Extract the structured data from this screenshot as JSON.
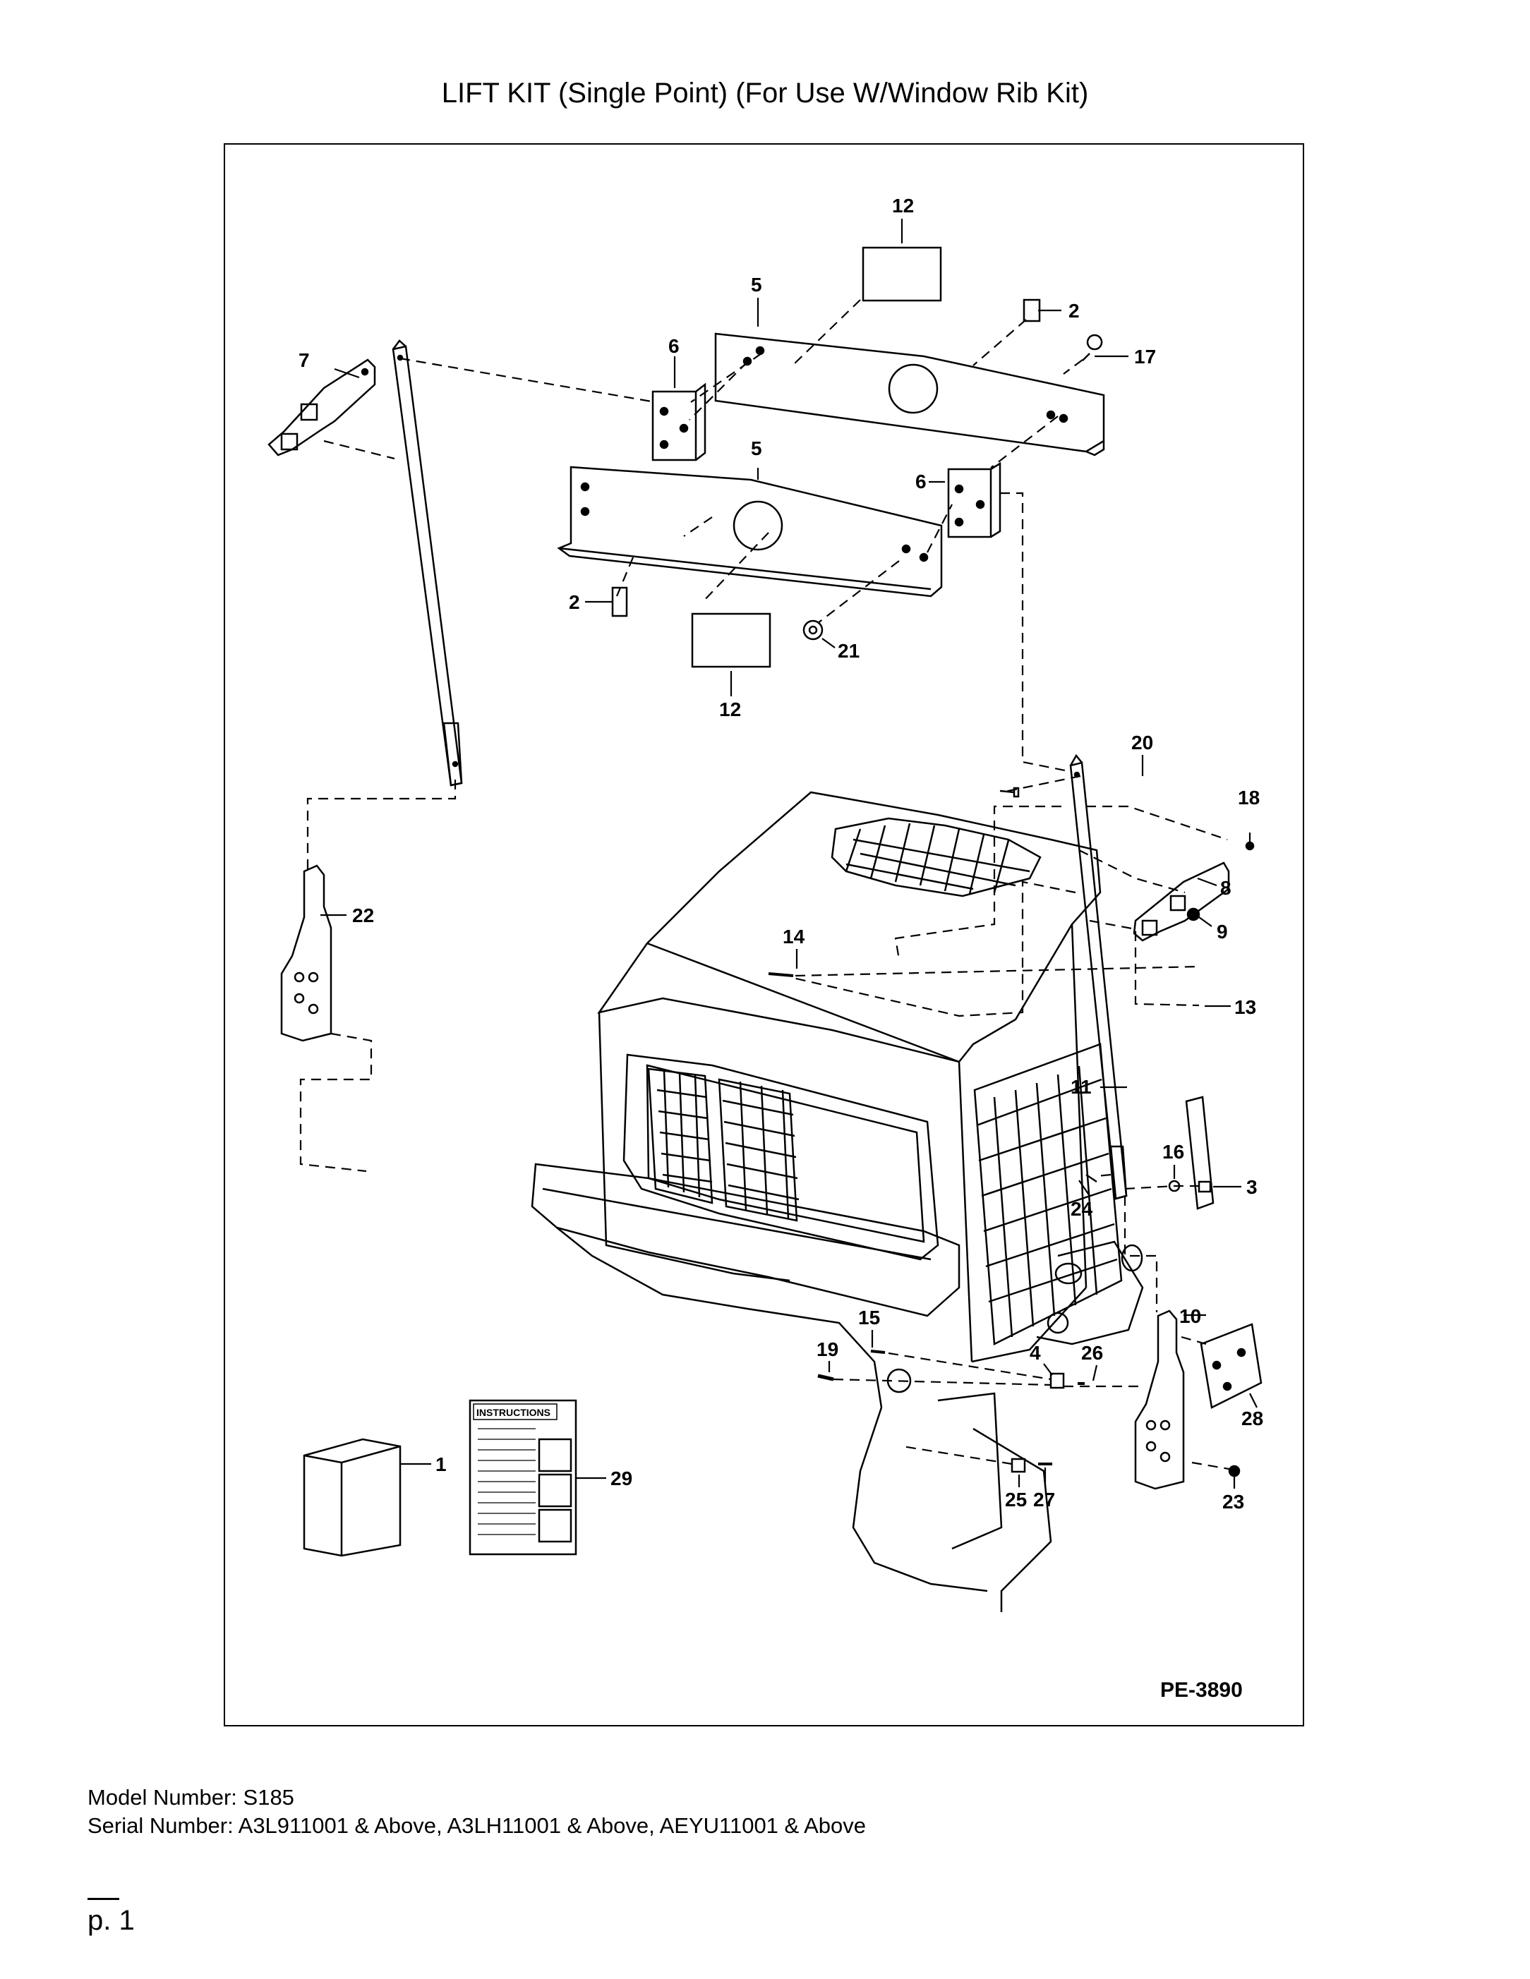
{
  "title": "LIFT KIT (Single Point) (For Use W/Window Rib Kit)",
  "diagram": {
    "code": "PE-3890",
    "instructions_label": "INSTRUCTIONS",
    "callouts": [
      "12",
      "5",
      "2",
      "17",
      "7",
      "6",
      "5",
      "6",
      "2",
      "21",
      "12",
      "20",
      "18",
      "8",
      "22",
      "9",
      "14",
      "13",
      "11",
      "16",
      "24",
      "3",
      "10",
      "15",
      "26",
      "19",
      "4",
      "28",
      "1",
      "29",
      "23",
      "25",
      "27"
    ]
  },
  "model_line": "Model Number: S185",
  "serial_line": "Serial Number: A3L911001 & Above, A3LH11001 & Above, AEYU11001 & Above",
  "page_label": "p. 1"
}
